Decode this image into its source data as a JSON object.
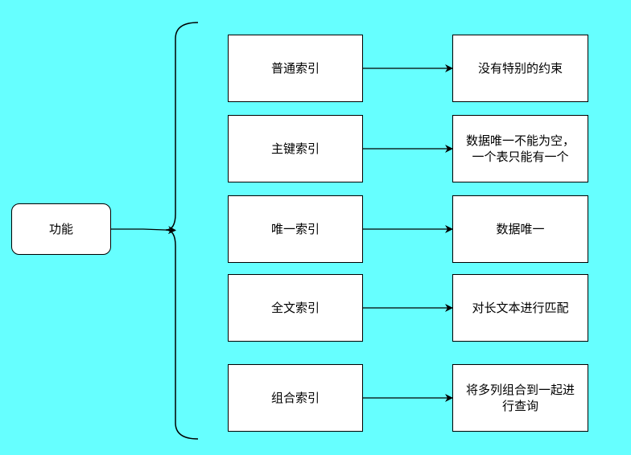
{
  "diagram": {
    "root": {
      "label": "功能"
    },
    "indexes": [
      {
        "name": "普通索引",
        "description": "没有特别的约束"
      },
      {
        "name": "主键索引",
        "description": "数据唯一不能为空，\n一个表只能有一个"
      },
      {
        "name": "唯一索引",
        "description": "数据唯一"
      },
      {
        "name": "全文索引",
        "description": "对长文本进行匹配"
      },
      {
        "name": "组合索引",
        "description": "将多列组合到一起进\n行查询"
      }
    ]
  },
  "colors": {
    "background": "#66ffff",
    "box_fill": "#ffffff",
    "stroke": "#000000"
  }
}
